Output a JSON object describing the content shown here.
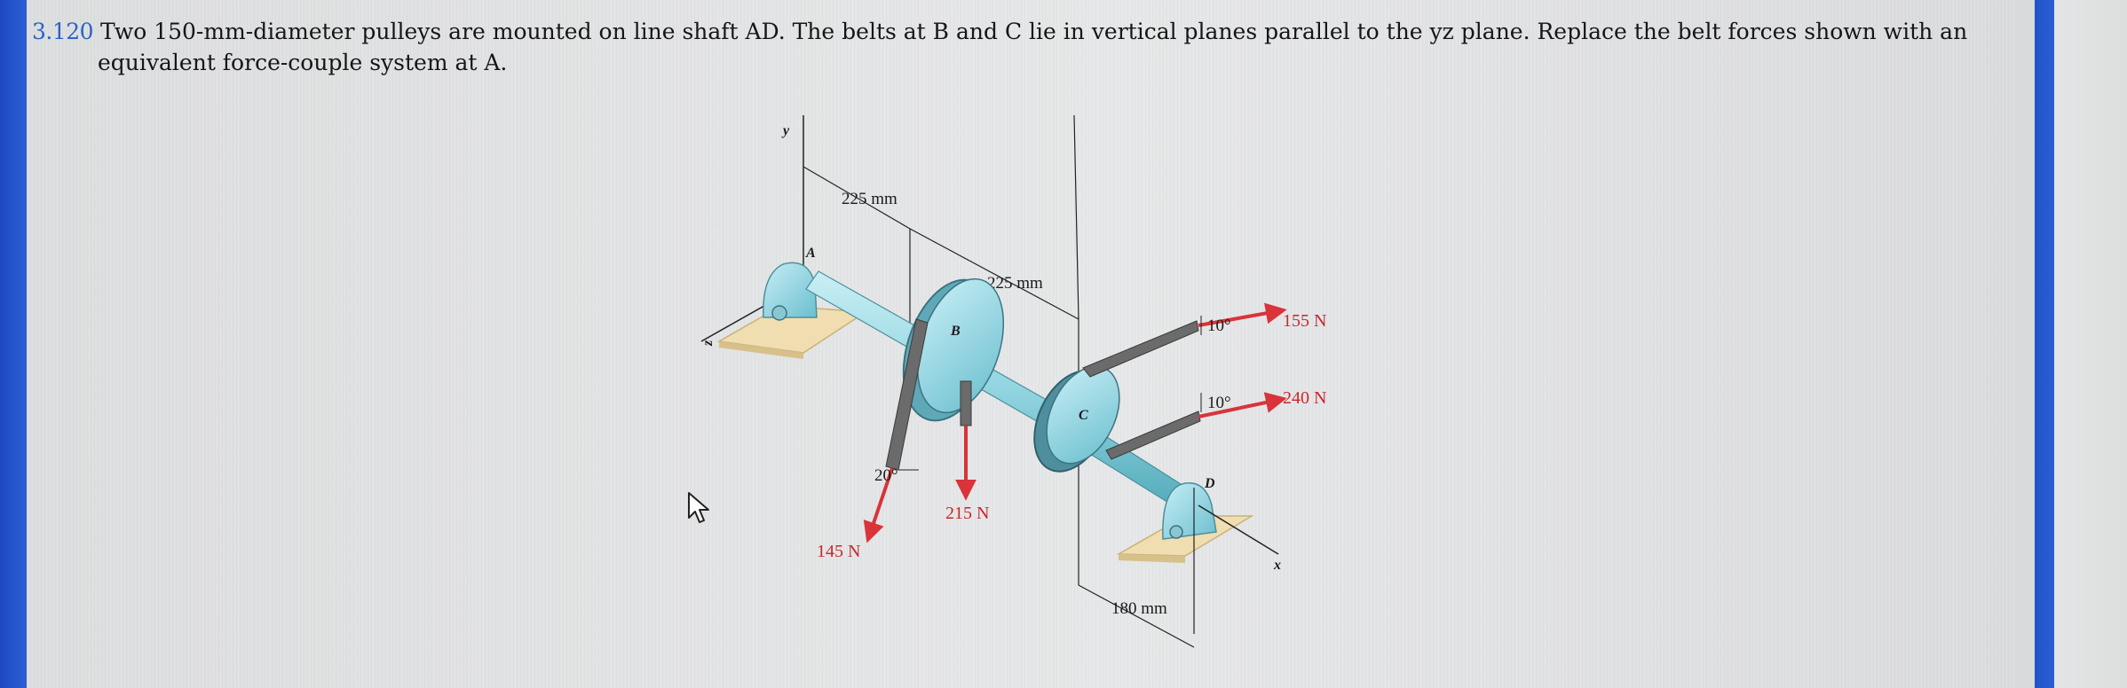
{
  "problem": {
    "number": "3.120",
    "text_line1": "Two 150-mm-diameter pulleys are mounted on line shaft AD. The belts at B and C lie in vertical planes parallel to the yz plane. Replace the belt forces shown with an",
    "text_line2": "equivalent force-couple system at A."
  },
  "figure": {
    "axes": {
      "y": "y",
      "z": "z",
      "x": "x"
    },
    "points": {
      "A": "A",
      "B": "B",
      "C": "C",
      "D": "D"
    },
    "dimensions": {
      "ab": "225 mm",
      "bc": "225 mm",
      "cd": "180 mm"
    },
    "angles": {
      "belt_b": "20°",
      "belt_c_upper": "10°",
      "belt_c_lower": "10°"
    },
    "forces": {
      "b_slanted": "145 N",
      "b_vertical": "215 N",
      "c_upper": "155 N",
      "c_lower": "240 N"
    },
    "colors": {
      "force_arrow": "#d8343a",
      "shaft": "#8fd3df",
      "base": "#f0deb0",
      "belt": "#6b6b6b"
    }
  },
  "ui": {
    "cursor": "mouse-pointer-icon"
  }
}
